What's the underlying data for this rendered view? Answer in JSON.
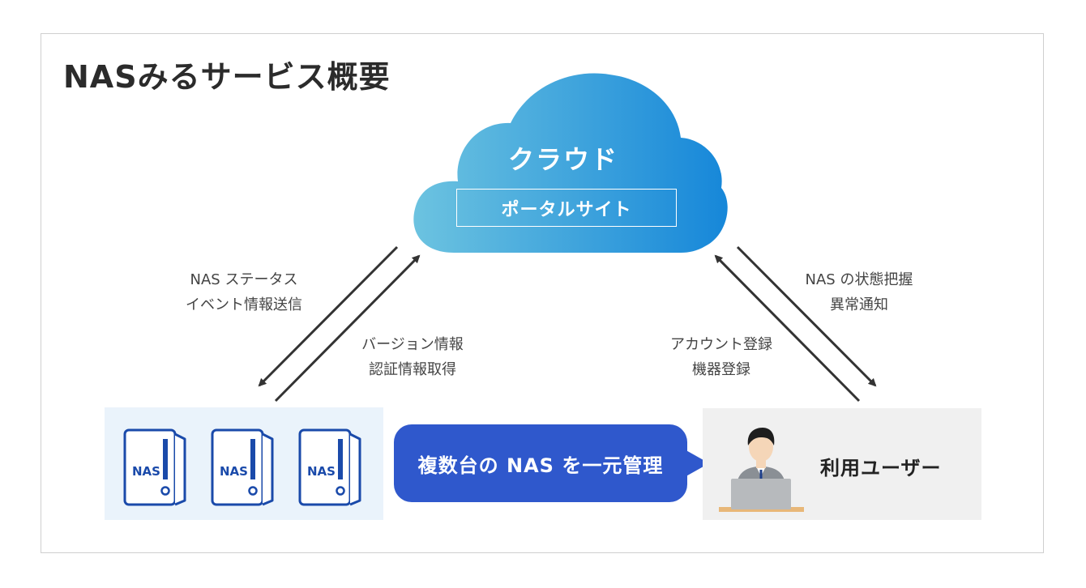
{
  "title": "NASみるサービス概要",
  "cloud": {
    "title": "クラウド",
    "portal": "ポータルサイト"
  },
  "labels": {
    "nas_status_line1": "NAS ステータス",
    "nas_status_line2": "イベント情報送信",
    "version_line1": "バージョン情報",
    "version_line2": "認証情報取得",
    "account_line1": "アカウント登録",
    "account_line2": "機器登録",
    "state_line1": "NAS の状態把握",
    "state_line2": "異常通知"
  },
  "nas_devices": [
    "NAS",
    "NAS",
    "NAS"
  ],
  "bubble_text": "複数台の NAS を一元管理",
  "user_label": "利用ユーザー",
  "colors": {
    "cloud_gradient_start": "#6cc3e0",
    "cloud_gradient_end": "#1687d9",
    "bubble": "#2f58cc",
    "nas_blue": "#1a4aaa",
    "nas_panel": "#eaf3fb",
    "user_panel": "#f0f0f0"
  }
}
